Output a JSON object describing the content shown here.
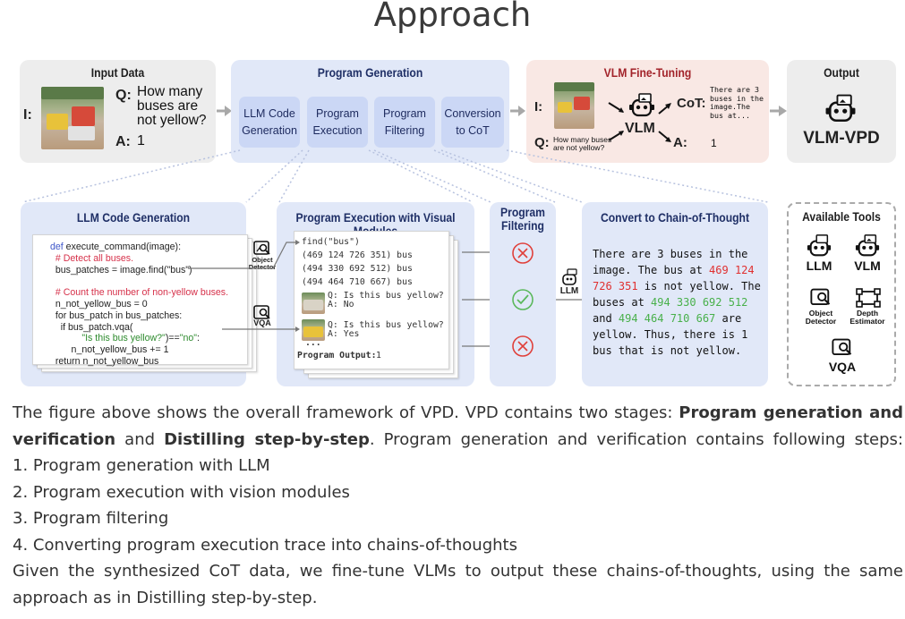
{
  "title": "Approach",
  "top_row": {
    "input": {
      "title": "Input Data",
      "i_label": "I:",
      "q_label": "Q:",
      "question": "How many buses are not yellow?",
      "a_label": "A:",
      "answer": "1"
    },
    "program_generation": {
      "title": "Program Generation",
      "steps": [
        "LLM Code Generation",
        "Program Execution",
        "Program Filtering",
        "Conversion to CoT"
      ]
    },
    "finetune": {
      "title": "VLM Fine-Tuning",
      "i_label": "I:",
      "q_label": "Q:",
      "question": "How many buses are not yellow?",
      "model": "VLM",
      "cot_label": "CoT:",
      "cot_text": "There are 3 buses in the image.The bus at...",
      "a_label": "A:",
      "answer": "1"
    },
    "output": {
      "title": "Output",
      "model": "VLM-VPD"
    }
  },
  "code_panel": {
    "title": "LLM Code Generation",
    "lines": [
      {
        "text": "def execute_command(image):",
        "parts": [
          [
            "def ",
            "kw"
          ],
          [
            "execute_command(image):",
            ""
          ]
        ]
      },
      {
        "text": "  # Detect all buses.",
        "parts": [
          [
            "  # Detect all buses.",
            "cm"
          ]
        ]
      },
      {
        "text": "  bus_patches = image.find(\"bus\")",
        "parts": [
          [
            "  bus_patches = image.find(\"bus\")",
            ""
          ]
        ]
      },
      {
        "text": "",
        "parts": []
      },
      {
        "text": "  # Count the number of non-yellow buses.",
        "parts": [
          [
            "  # Count the number of non-yellow buses.",
            "cm"
          ]
        ]
      },
      {
        "text": "  n_not_yellow_bus = 0",
        "parts": [
          [
            "  n_not_yellow_bus = 0",
            ""
          ]
        ]
      },
      {
        "text": "  for bus_patch in bus_patches:",
        "parts": [
          [
            "  for bus_patch in bus_patches:",
            ""
          ]
        ]
      },
      {
        "text": "    if bus_patch.vqa(",
        "parts": [
          [
            "    if bus_patch.vqa(",
            ""
          ]
        ]
      },
      {
        "text": "            \"Is this bus yellow?\")==\"no\":",
        "parts": [
          [
            "            ",
            ""
          ],
          [
            "\"Is this bus yellow?\"",
            "st"
          ],
          [
            ")==",
            ""
          ],
          [
            "\"no\"",
            "st"
          ],
          [
            ":",
            ""
          ]
        ]
      },
      {
        "text": "        n_not_yellow_bus += 1",
        "parts": [
          [
            "        n_not_yellow_bus += 1",
            ""
          ]
        ]
      },
      {
        "text": "  return n_not_yellow_bus",
        "parts": [
          [
            "  return n_not_yellow_bus",
            ""
          ]
        ]
      }
    ],
    "tool1": "Object Detector",
    "tool2": "VQA"
  },
  "exec_panel": {
    "title": "Program Execution with Visual Modules",
    "find_call": "find(\"bus\")",
    "boxes": [
      "(469 124 726 351) bus",
      "(494 330 692 512) bus",
      "(494 464 710 667) bus"
    ],
    "qa": [
      {
        "q": "Q: Is this bus yellow?",
        "a": "A: No"
      },
      {
        "q": "Q: Is this bus yellow?",
        "a": "A: Yes"
      }
    ],
    "ellipsis": "...",
    "output_label": "Program Output:",
    "output_value": "1"
  },
  "filter_panel": {
    "title": "Program Filtering",
    "llm_label": "LLM"
  },
  "cot_panel": {
    "title": "Convert to Chain-of-Thought",
    "text_lines": [
      [
        [
          "There are 3 buses in the",
          ""
        ]
      ],
      [
        [
          "image. The bus at ",
          ""
        ],
        [
          "469 124",
          "red"
        ]
      ],
      [
        [
          "726 351",
          "red"
        ],
        [
          " is not yellow. The",
          ""
        ]
      ],
      [
        [
          "buses at ",
          ""
        ],
        [
          "494 330 692 512",
          "grn"
        ]
      ],
      [
        [
          "and ",
          ""
        ],
        [
          "494 464 710 667",
          "grn"
        ],
        [
          " are",
          ""
        ]
      ],
      [
        [
          "yellow. Thus, there is 1",
          ""
        ]
      ],
      [
        [
          "bus that is not yellow.",
          ""
        ]
      ]
    ]
  },
  "tools_panel": {
    "title": "Available Tools",
    "tools": [
      "LLM",
      "VLM",
      "Object Detector",
      "Depth Estimator",
      "VQA"
    ]
  },
  "caption": {
    "para1_pre": "The figure above shows the overall framework of VPD. VPD contains two stages: ",
    "bold1": "Program generation and verification",
    "mid": " and ",
    "bold2": "Distilling step-by-step",
    "post": ". Program generation and verification contains following steps:",
    "steps": [
      "1. Program generation with LLM",
      "2. Program execution with vision modules",
      "3. Program filtering",
      "4. Converting program execution trace into chains-of-thoughts"
    ],
    "final": "Given the synthesized CoT data, we fine-tune VLMs to output these chains-of-thoughts, using the same approach as in Distilling step-by-step."
  },
  "colors": {
    "panel_blue": "#e1e8f8",
    "step_blue": "#cbd7f5",
    "panel_gray": "#ededed",
    "panel_pink": "#f9e8e4",
    "finetune_title": "#a2232a",
    "check_green": "#5bb85c",
    "cross_red": "#e0403b"
  }
}
